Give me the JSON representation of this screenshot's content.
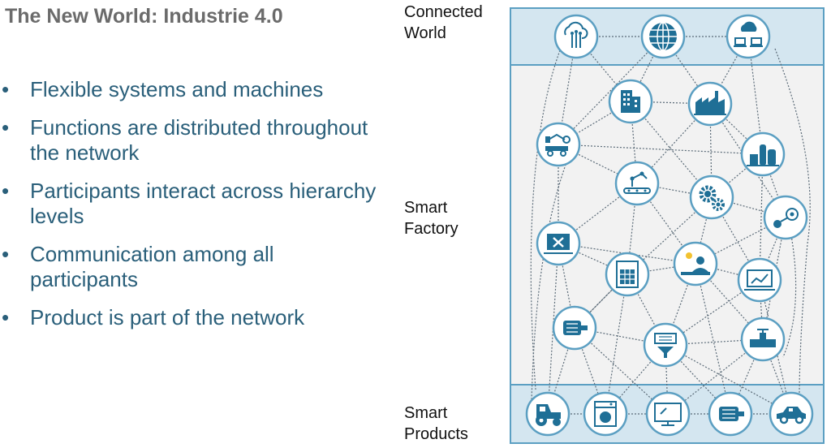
{
  "title": "The New World: Industrie 4.0",
  "bullets": [
    "Flexible systems and machines",
    "Functions are distributed throughout the network",
    "Participants interact across hierarchy levels",
    "Communication among all participants",
    "Product is part of the network"
  ],
  "zones": {
    "top": "Connected\nWorld",
    "middle": "Smart\nFactory",
    "bottom": "Smart\nProducts"
  },
  "colors": {
    "icon": "#1f6f96",
    "ring": "#5b9fc2",
    "band": "#d4e6f0",
    "panel": "#f2f2f2",
    "frame": "#5b9fc2"
  },
  "nodes": [
    {
      "id": "cloud",
      "icon": "cloud-circuit-icon"
    },
    {
      "id": "globe",
      "icon": "globe-icon"
    },
    {
      "id": "cloudlaptops",
      "icon": "cloud-laptops-icon"
    },
    {
      "id": "building",
      "icon": "office-building-icon"
    },
    {
      "id": "factory",
      "icon": "factory-icon"
    },
    {
      "id": "robotcart",
      "icon": "robot-cart-icon"
    },
    {
      "id": "plant",
      "icon": "chemical-plant-icon"
    },
    {
      "id": "robotarm",
      "icon": "robot-arm-conveyor-icon"
    },
    {
      "id": "gears",
      "icon": "gears-icon"
    },
    {
      "id": "steam",
      "icon": "steam-icon"
    },
    {
      "id": "tools",
      "icon": "tools-laptop-icon"
    },
    {
      "id": "spreadsheet",
      "icon": "spreadsheet-icon"
    },
    {
      "id": "engineer",
      "icon": "engineer-idea-icon"
    },
    {
      "id": "chart",
      "icon": "chart-laptop-icon"
    },
    {
      "id": "motor",
      "icon": "motor-icon"
    },
    {
      "id": "funnel",
      "icon": "filter-icon"
    },
    {
      "id": "valve",
      "icon": "valve-icon"
    },
    {
      "id": "tractor",
      "icon": "tractor-icon"
    },
    {
      "id": "washer",
      "icon": "washing-machine-icon"
    },
    {
      "id": "monitor",
      "icon": "monitor-icon"
    },
    {
      "id": "pmotor",
      "icon": "product-motor-icon"
    },
    {
      "id": "car",
      "icon": "car-icon"
    }
  ]
}
